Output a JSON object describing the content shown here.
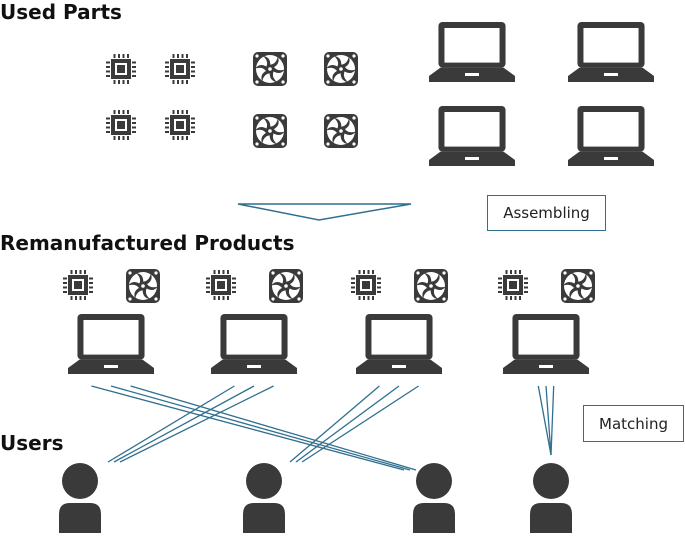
{
  "sections": {
    "used_parts": "Used Parts",
    "remanufactured": "Remanufactured Products",
    "users": "Users"
  },
  "labels": {
    "assembling": "Assembling",
    "matching": "Matching"
  },
  "icons": {
    "chip": "cpu-chip-icon",
    "fan": "cooling-fan-icon",
    "laptop": "laptop-icon",
    "user": "user-icon"
  },
  "colors": {
    "icon": "#3a3a3a",
    "line": "#2f6f8f",
    "text": "#111111"
  },
  "matching_links": [
    {
      "product": 0,
      "user": 2
    },
    {
      "product": 0,
      "user": 2
    },
    {
      "product": 0,
      "user": 2
    },
    {
      "product": 1,
      "user": 0
    },
    {
      "product": 1,
      "user": 0
    },
    {
      "product": 1,
      "user": 0
    },
    {
      "product": 2,
      "user": 1
    },
    {
      "product": 2,
      "user": 1
    },
    {
      "product": 2,
      "user": 1
    },
    {
      "product": 3,
      "user": 3
    },
    {
      "product": 3,
      "user": 3
    },
    {
      "product": 3,
      "user": 3
    }
  ]
}
